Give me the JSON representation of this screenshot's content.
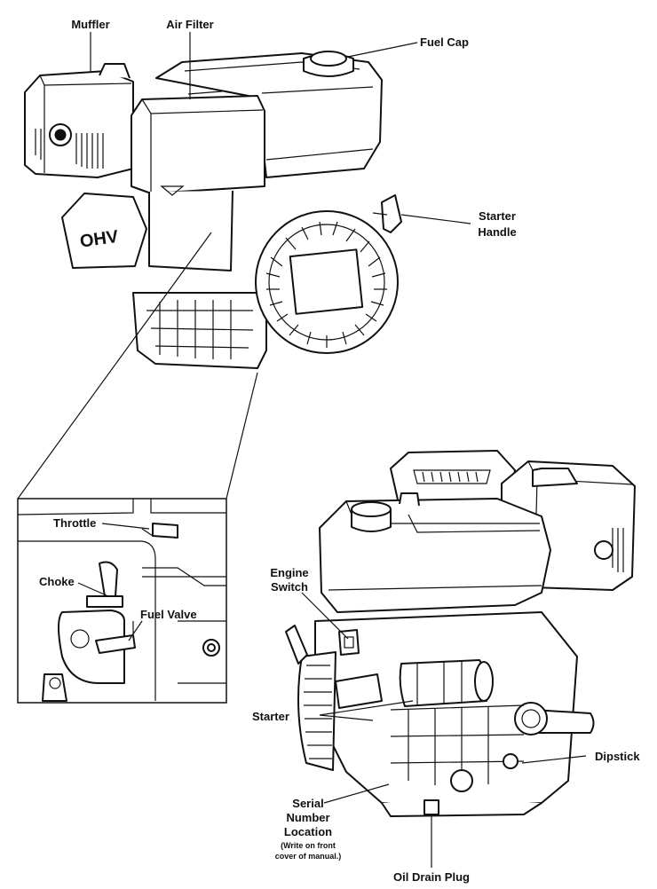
{
  "labels": {
    "muffler": "Muffler",
    "air_filter": "Air Filter",
    "fuel_cap": "Fuel Cap",
    "starter_handle_1": "Starter",
    "starter_handle_2": "Handle",
    "throttle": "Throttle",
    "choke": "Choke",
    "fuel_valve": "Fuel Valve",
    "engine_switch_1": "Engine",
    "engine_switch_2": "Switch",
    "starter": "Starter",
    "dipstick": "Dipstick",
    "serial_1": "Serial",
    "serial_2": "Number",
    "serial_3": "Location",
    "serial_note_1": "(Write on front",
    "serial_note_2": "cover of manual.)",
    "oil_drain_plug": "Oil Drain Plug"
  },
  "engine_badge": "OHV",
  "colors": {
    "line": "#111111",
    "background": "#ffffff"
  }
}
